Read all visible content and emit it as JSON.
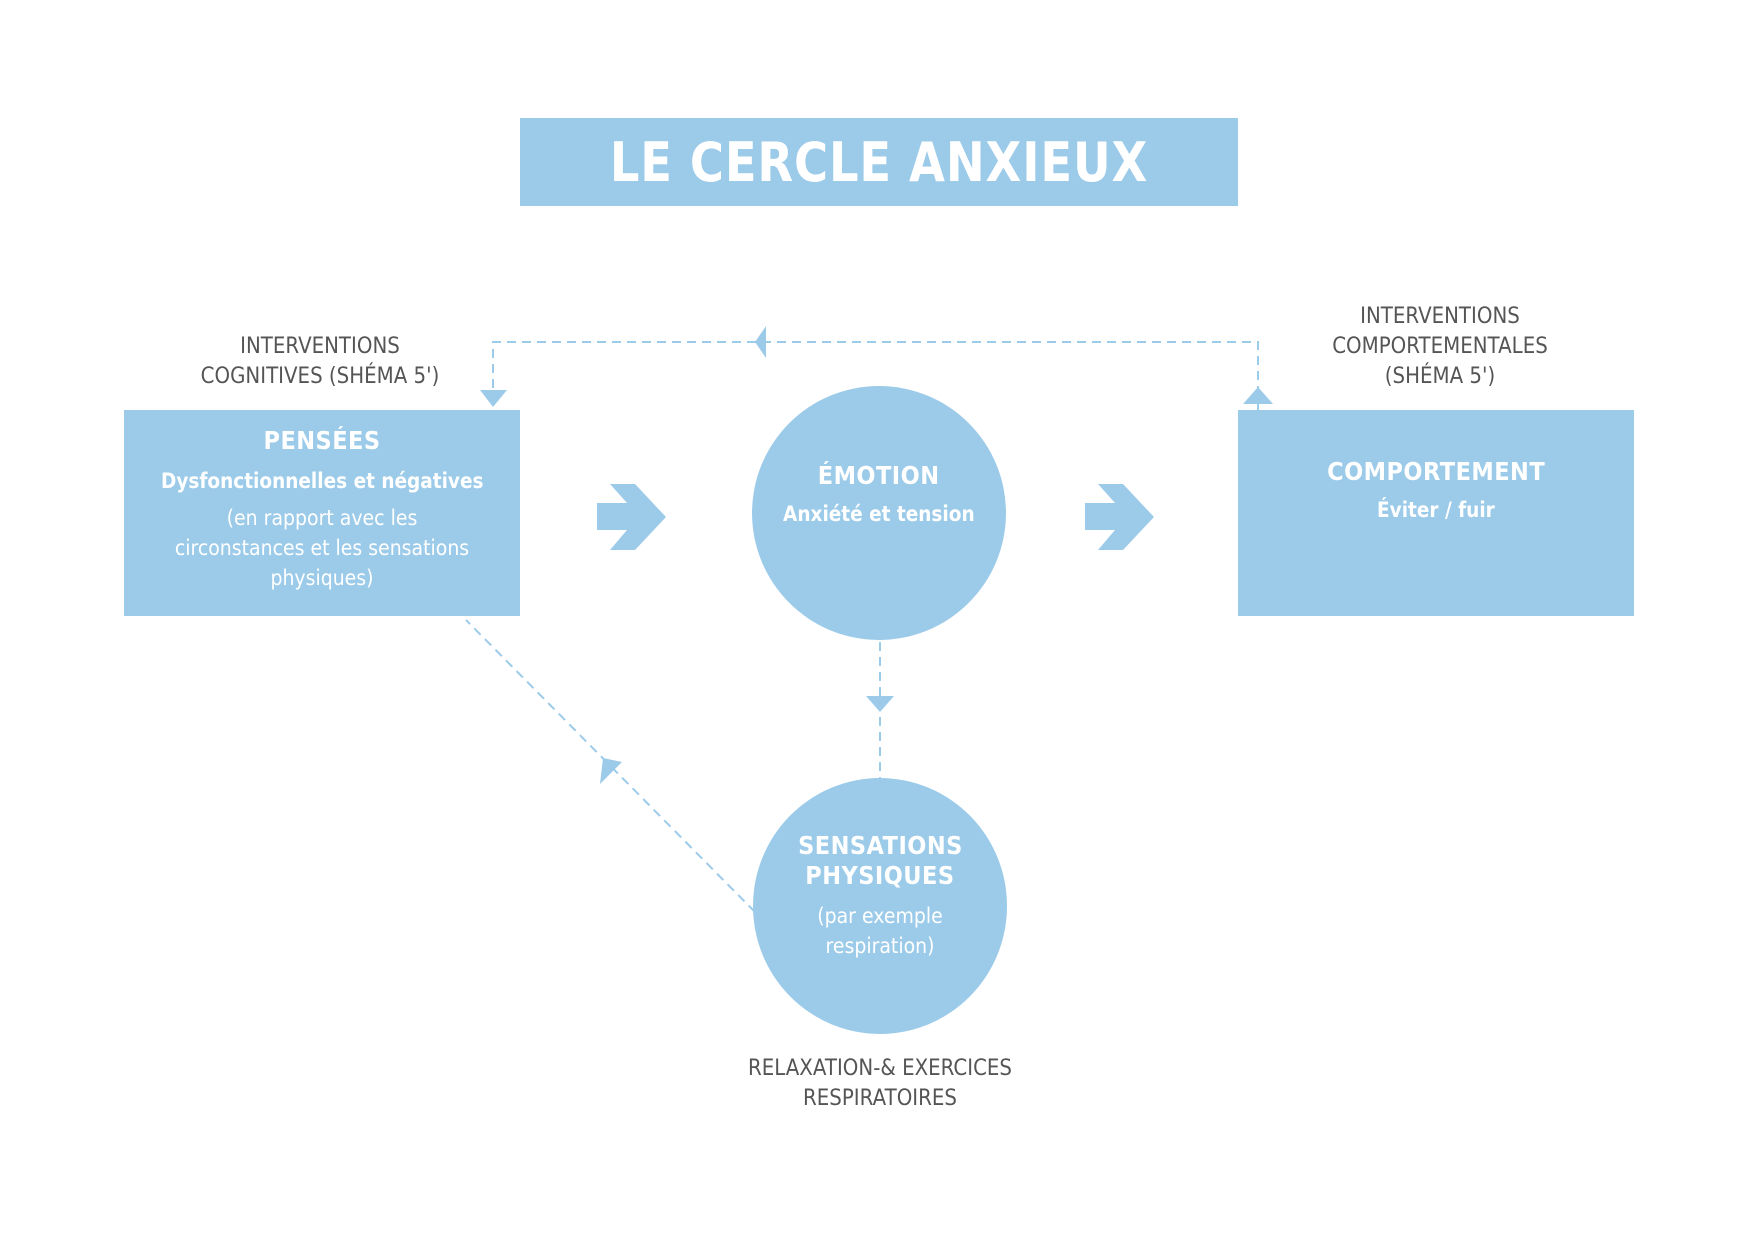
{
  "title": "LE CERCLE ANXIEUX",
  "colors": {
    "accent": "#9ccbea",
    "label_text": "#555555",
    "node_text": "#ffffff"
  },
  "nodes": {
    "pensees": {
      "heading": "PENSÉES",
      "subheading": "Dysfonctionnelles et négatives",
      "detail": "(en rapport avec les circonstances et les sensations physiques)"
    },
    "emotion": {
      "heading": "ÉMOTION",
      "subheading": "Anxiété et tension"
    },
    "comportement": {
      "heading": "COMPORTEMENT",
      "subheading": "Éviter / fuir"
    },
    "sensations": {
      "heading_line1": "SENSATIONS",
      "heading_line2": "PHYSIQUES",
      "detail": "(par exemple respiration)"
    }
  },
  "labels": {
    "cognitive": {
      "line1": "INTERVENTIONS",
      "line2": "COGNITIVES (SHÉMA 5')"
    },
    "behavioral": {
      "line1": "INTERVENTIONS",
      "line2": "COMPORTEMENTALES",
      "line3": "(SHÉMA 5')"
    },
    "relaxation": {
      "line1": "RELAXATION-& EXERCICES",
      "line2": "RESPIRATOIRES"
    }
  },
  "icons": {
    "arrow_pensees_emotion": "chevron-arrow-right-icon",
    "arrow_emotion_comportement": "chevron-arrow-right-icon",
    "dashed_feedback": "dashed-arrow-icon"
  }
}
